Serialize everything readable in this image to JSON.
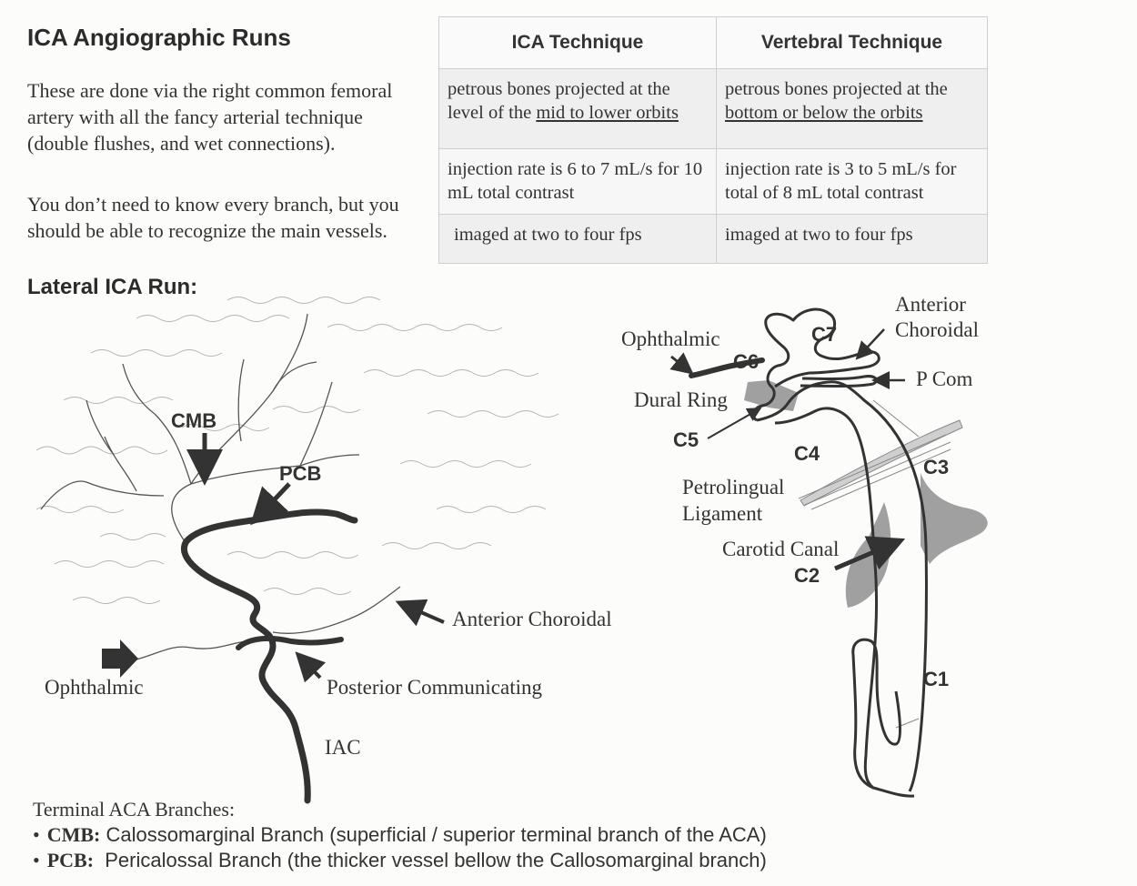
{
  "title": "ICA Angiographic Runs",
  "intro": {
    "p1": "These are done via the right common femoral artery with all the fancy arterial technique (double flushes, and wet connections).",
    "p2": "You don’t need to know every branch, but you should be able to recognize the main vessels."
  },
  "table": {
    "headers": [
      "ICA Technique",
      "Vertebral Technique"
    ],
    "rows": [
      {
        "ica_pre": "petrous bones projected at the level of the ",
        "ica_u": "mid to lower orbits",
        "vert_pre": "petrous bones projected at the ",
        "vert_u": "bottom or below the orbits"
      },
      {
        "ica": "injection rate is 6 to 7 mL/s for 10 mL total contrast",
        "vert": "injection rate is 3 to 5 mL/s for total of 8 mL total contrast"
      },
      {
        "ica": "imaged at two to four fps",
        "vert": "imaged at two to four fps"
      }
    ]
  },
  "section_title": "Lateral ICA Run:",
  "lateral_figure": {
    "labels": {
      "cmb": "CMB",
      "pcb": "PCB",
      "anterior_choroidal": "Anterior Choroidal",
      "ophthalmic": "Ophthalmic",
      "posterior_communicating": "Posterior Communicating",
      "iac": "IAC"
    }
  },
  "segments_figure": {
    "labels": {
      "ophthalmic": "Ophthalmic",
      "anterior": "Anterior",
      "choroidal": "Choroidal",
      "p_com": "P Com",
      "dural_ring": "Dural Ring",
      "c5": "C5",
      "c4": "C4",
      "c3": "C3",
      "c6": "C6",
      "c7": "C7",
      "c2": "C2",
      "c1": "C1",
      "petrolingual": "Petrolingual",
      "ligament": "Ligament",
      "carotid_canal": "Carotid Canal"
    }
  },
  "legend": {
    "heading": "Terminal ACA Branches:",
    "items": [
      {
        "abbr": "CMB:",
        "text": " Calossomarginal Branch (superficial / superior terminal branch of the ACA)"
      },
      {
        "abbr": "PCB:",
        "text": "  Pericalossal Branch (the thicker vessel bellow the Callosomarginal branch)"
      }
    ]
  },
  "colors": {
    "text": "#2a2a2a",
    "vessel": "#333333",
    "shade": "#9a9a9a",
    "table_border": "#cfcfcf"
  }
}
